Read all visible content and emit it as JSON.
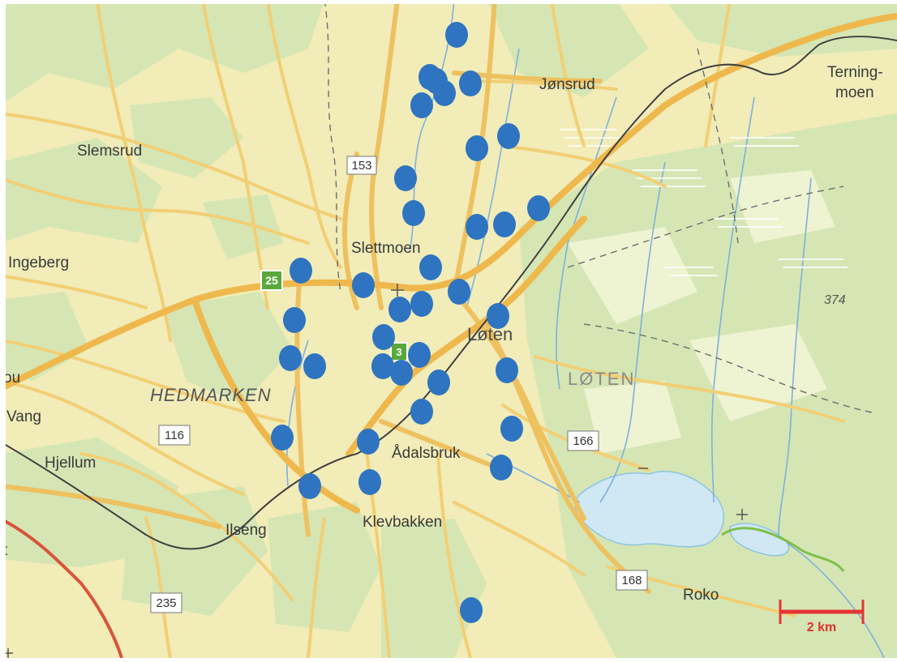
{
  "map": {
    "colors": {
      "land": "#f1ecb8",
      "forest": "#d5e6b4",
      "water": "#cfe8f4",
      "main_road": "#eeb84c",
      "road": "#f2cf75",
      "stream": "#7fb0dc",
      "railway": "#404040",
      "marker": "#2f74c0",
      "scale_bar": "#e53535",
      "highway_shield": "#5aa83c"
    },
    "place_labels": [
      {
        "name": "Jønsrud"
      },
      {
        "name": "Terning-"
      },
      {
        "name": "moen"
      },
      {
        "name": "Slemsrud"
      },
      {
        "name": "Slettmoen"
      },
      {
        "name": "Ingeberg"
      },
      {
        "name": "Løten"
      },
      {
        "name": "HEDMARKEN"
      },
      {
        "name": "LØTEN"
      },
      {
        "name": "ou"
      },
      {
        "name": "Vang"
      },
      {
        "name": "Hjellum"
      },
      {
        "name": "Ådalsbruk"
      },
      {
        "name": "Ilseng"
      },
      {
        "name": "Klevbakken"
      },
      {
        "name": "Roko"
      },
      {
        "name": "t"
      }
    ],
    "road_shields": [
      {
        "number": "153"
      },
      {
        "number": "25"
      },
      {
        "number": "116"
      },
      {
        "number": "166"
      },
      {
        "number": "168"
      },
      {
        "number": "235"
      },
      {
        "number": "3"
      }
    ],
    "elevation_labels": [
      {
        "value": "374"
      }
    ],
    "scale_bar": {
      "label": "2 km"
    },
    "marker_icon": "circle-marker-icon",
    "marker_count": 40
  }
}
